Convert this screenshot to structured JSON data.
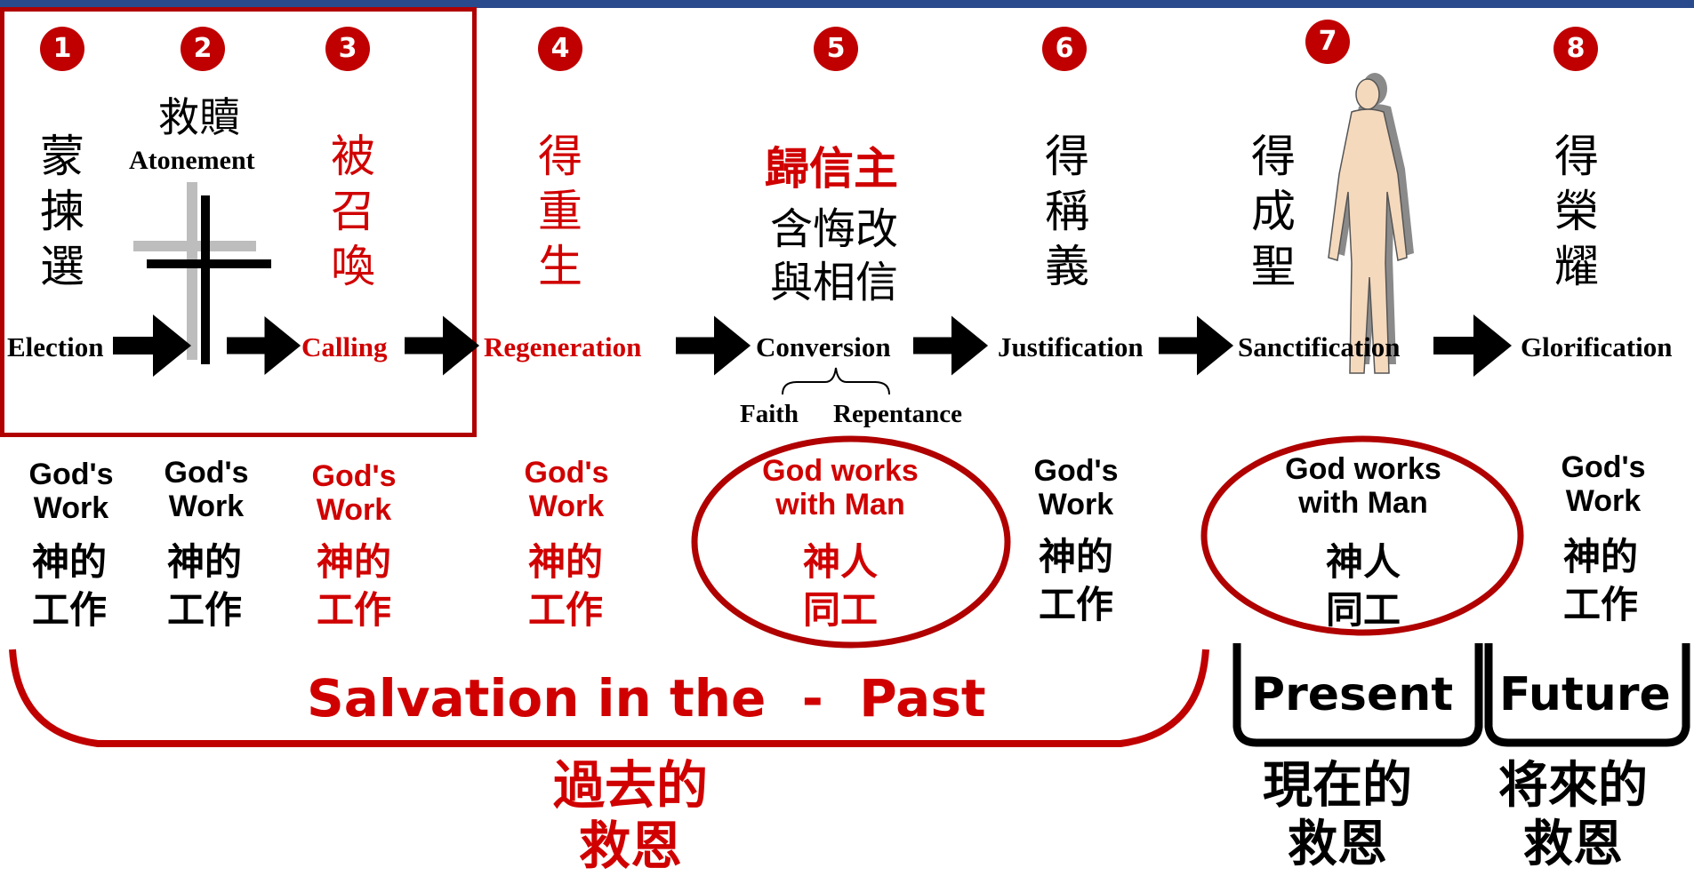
{
  "colors": {
    "red": "#d00000",
    "black": "#000000",
    "topbar": "#2a4a8e",
    "badge": "#c00000",
    "skin": "#f5d9bd"
  },
  "icons": [
    "cross-icon",
    "arrow-right-icon",
    "human-figure-icon",
    "brace-icon"
  ],
  "steps": [
    {
      "number": "1",
      "cjk": "蒙\n揀\n選",
      "term": "Election"
    },
    {
      "number": "2",
      "cjk": "救贖",
      "term": "Atonement"
    },
    {
      "number": "3",
      "cjk": "被\n召\n喚",
      "term": "Calling"
    },
    {
      "number": "4",
      "cjk": "得\n重\n生",
      "term": "Regeneration"
    },
    {
      "number": "5",
      "cjk": "歸信主",
      "cjk_sub": "含悔改\n與相信",
      "term": "Conversion"
    },
    {
      "number": "6",
      "cjk": "得\n稱\n義",
      "term": "Justification"
    },
    {
      "number": "7",
      "cjk": "得\n成\n聖",
      "term": "Sanctification"
    },
    {
      "number": "8",
      "cjk": "得\n榮\n耀",
      "term": "Glorification"
    }
  ],
  "conversion_parts": {
    "faith": "Faith",
    "repentance": "Repentance"
  },
  "works": [
    {
      "en": "God's\nWork",
      "cn": "神的\n工作"
    },
    {
      "en": "God's\nWork",
      "cn": "神的\n工作"
    },
    {
      "en": "God's\nWork",
      "cn": "神的\n工作"
    },
    {
      "en": "God's\nWork",
      "cn": "神的\n工作"
    },
    {
      "en": "God works\nwith Man",
      "cn": "神人\n同工"
    },
    {
      "en": "God's\nWork",
      "cn": "神的\n工作"
    },
    {
      "en": "God works\nwith Man",
      "cn": "神人\n同工"
    },
    {
      "en": "God's\nWork",
      "cn": "神的\n工作"
    }
  ],
  "periods": {
    "past_en": "Salvation in the  -  Past",
    "past_cn": "過去的\n救恩",
    "present_en": "Present",
    "present_cn": "現在的\n救恩",
    "future_en": "Future",
    "future_cn": "将來的\n救恩"
  }
}
